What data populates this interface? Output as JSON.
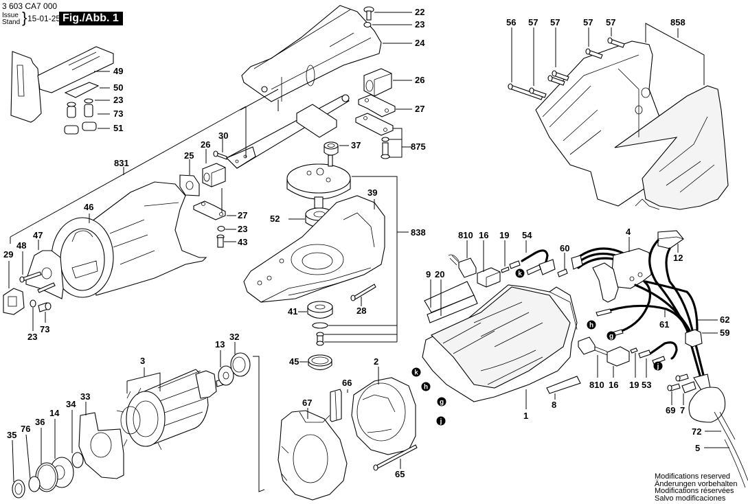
{
  "header": {
    "document_code": "3 603 CA7 000",
    "issue_label_en": "Issue",
    "issue_label_de": "Stand",
    "issue_date": "15-01-25",
    "figure_label": "Fig./Abb. 1"
  },
  "footer": {
    "notes": [
      "Modifications reserved",
      "Änderungen vorbehalten",
      "Modifications réservées",
      "Salvo modificaciones"
    ]
  },
  "callouts": {
    "p22": "22",
    "p23a": "23",
    "p24": "24",
    "p26a": "26",
    "p27a": "27",
    "p875": "875",
    "p37": "37",
    "p49": "49",
    "p50": "50",
    "p23b": "23",
    "p73a": "73",
    "p51": "51",
    "p30": "30",
    "p26b": "26",
    "p25": "25",
    "p27b": "27",
    "p23c": "23",
    "p43": "43",
    "p831": "831",
    "p46": "46",
    "p47": "47",
    "p48": "48",
    "p29": "29",
    "p23d": "23",
    "p73b": "73",
    "p39": "39",
    "p52": "52",
    "p838": "838",
    "p28": "28",
    "p41": "41",
    "p45": "45",
    "p56": "56",
    "p57a": "57",
    "p57b": "57",
    "p57c": "57",
    "p57d": "57",
    "p858": "858",
    "p810a": "810",
    "p16a": "16",
    "p19a": "19",
    "p54": "54",
    "p60": "60",
    "p4": "4",
    "p12": "12",
    "p9": "9",
    "p20": "20",
    "p61": "61",
    "p62": "62",
    "p59": "59",
    "p810b": "810",
    "p16b": "16",
    "p19b": "19",
    "p53": "53",
    "p69": "69",
    "p7": "7",
    "p1": "1",
    "p8": "8",
    "p72": "72",
    "p5": "5",
    "p3": "3",
    "p13": "13",
    "p32": "32",
    "p33": "33",
    "p34": "34",
    "p14": "14",
    "p36": "36",
    "p76": "76",
    "p35": "35",
    "p2": "2",
    "p66": "66",
    "p67": "67",
    "p65": "65"
  },
  "connectors": {
    "k": "k",
    "h": "h",
    "g": "g",
    "j": "j"
  }
}
